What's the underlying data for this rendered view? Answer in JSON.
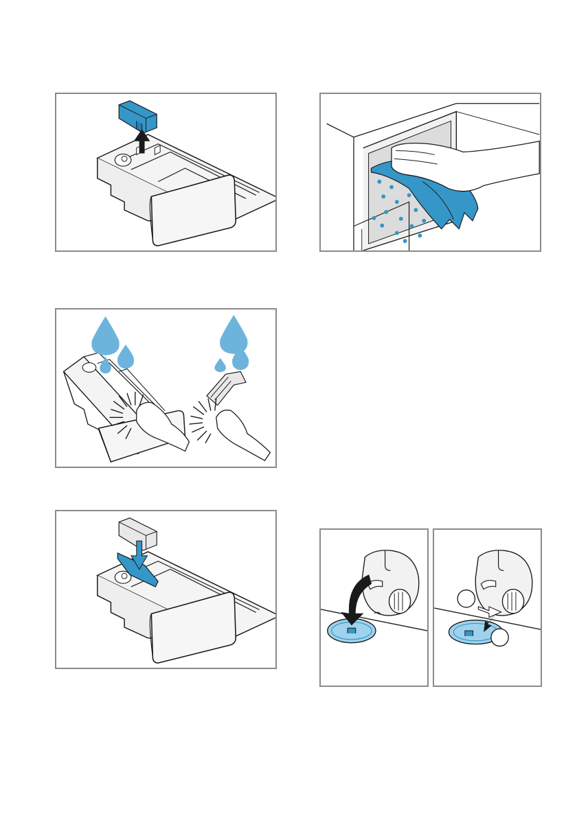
{
  "colors": {
    "accent_blue": "#3596c8",
    "water_light_blue": "#6db4dc",
    "lid_light_blue": "#9fd2ec",
    "panel_border": "#8a8a8a",
    "line": "#1a1a1a",
    "siphon_pale": "#e8e8e8"
  },
  "panels": [
    {
      "name": "drawer-remove-siphon",
      "icons": [
        "detergent-drawer-icon",
        "siphon-insert-icon",
        "arrow-up-icon"
      ]
    },
    {
      "name": "wipe-drawer-housing",
      "icons": [
        "drawer-housing-icon",
        "hand-icon",
        "cloth-icon",
        "water-droplets-icon"
      ]
    },
    {
      "name": "rinse-drawer-and-siphon",
      "icons": [
        "detergent-drawer-icon",
        "water-drop-icon",
        "brush-icon",
        "hand-icon",
        "siphon-insert-icon"
      ]
    },
    {
      "name": "reinsert-siphon",
      "icons": [
        "detergent-drawer-icon",
        "siphon-insert-icon",
        "arrow-down-icon"
      ]
    },
    {
      "name": "open-pump-lid",
      "icons": [
        "pump-filter-icon",
        "service-flap-icon",
        "curved-arrow-icon"
      ]
    },
    {
      "name": "unlock-pump-lid",
      "icons": [
        "pump-filter-icon",
        "service-flap-icon",
        "arrow-icon",
        "callout-circle-icon"
      ]
    }
  ]
}
